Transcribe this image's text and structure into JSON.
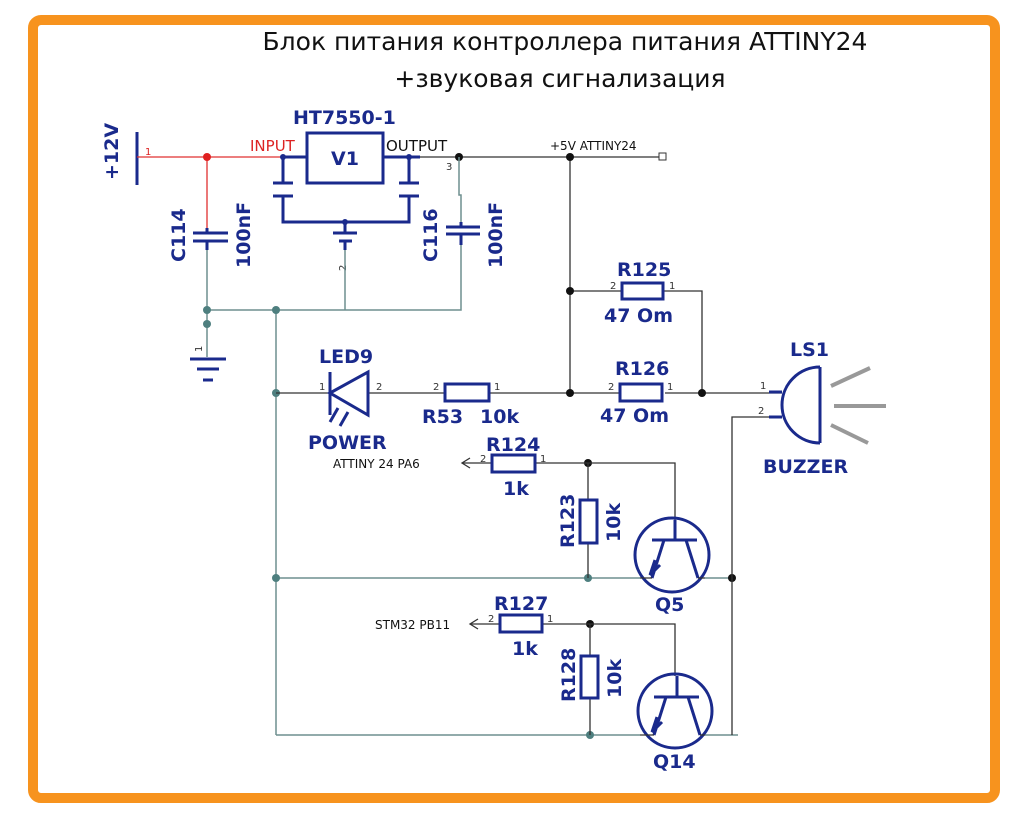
{
  "title": {
    "line1": "Блок питания контроллера питания ATTINY24",
    "line2": "+звуковая сигнализация"
  },
  "colors": {
    "frame": "#f7931e",
    "component": "#1a2a8c",
    "power_net": "#e03030",
    "ground_net": "#6e8f8f"
  },
  "power_input": {
    "label": "+12V",
    "pin": "1"
  },
  "regulator": {
    "ref": "V1",
    "part": "HT7550-1",
    "input_label": "INPUT",
    "output_label": "OUTPUT",
    "out_pin": "3",
    "gnd_pin": "2"
  },
  "capacitors": [
    {
      "ref": "C114",
      "value": "100nF"
    },
    {
      "ref": "C116",
      "value": "100nF"
    }
  ],
  "ground": {
    "pin": "1"
  },
  "supply_net": "+5V  ATTINY24",
  "led": {
    "ref": "LED9",
    "label": "POWER",
    "pin1": "1",
    "pin2": "2"
  },
  "resistors": {
    "r53": {
      "ref": "R53",
      "value": "10k"
    },
    "r125": {
      "ref": "R125",
      "value": "47  Om"
    },
    "r126": {
      "ref": "R126",
      "value": "47  Om"
    },
    "r124": {
      "ref": "R124",
      "value": "1k"
    },
    "r123": {
      "ref": "R123",
      "value": "10k"
    },
    "r127": {
      "ref": "R127",
      "value": "1k"
    },
    "r128": {
      "ref": "R128",
      "value": "10k"
    }
  },
  "pins": {
    "one": "1",
    "two": "2",
    "three": "3"
  },
  "buzzer": {
    "ref": "LS1",
    "label": "BUZZER"
  },
  "transistors": [
    {
      "ref": "Q5"
    },
    {
      "ref": "Q14"
    }
  ],
  "signals": {
    "attiny": "ATTINY 24 PA6",
    "stm32": "STM32 PB11"
  }
}
